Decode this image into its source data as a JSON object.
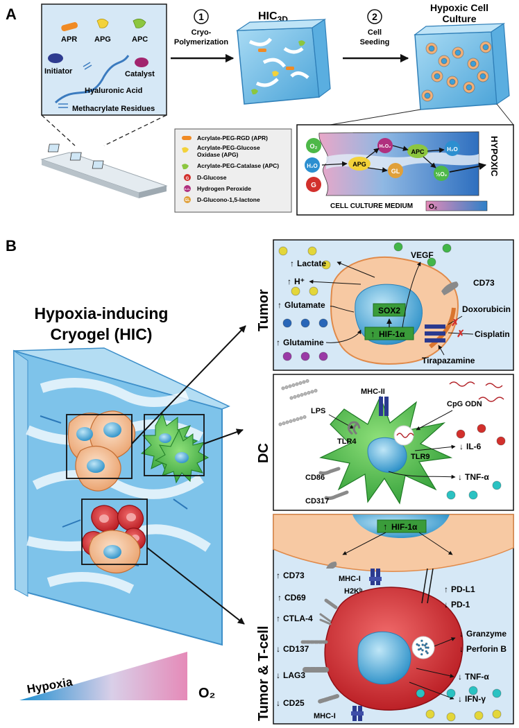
{
  "panelA": {
    "letter": "A",
    "components": {
      "apr": "APR",
      "apg": "APG",
      "apc": "APC",
      "initiator": "Initiator",
      "catalyst": "Catalyst",
      "hyaluronic": "Hyaluronic Acid",
      "methacrylate": "Methacrylate Residues"
    },
    "step1": {
      "num": "1",
      "line1": "Cryo-",
      "line2": "Polymerization"
    },
    "hic3d": {
      "main": "HIC",
      "sub": "3D"
    },
    "step2": {
      "num": "2",
      "line1": "Cell",
      "line2": "Seeding"
    },
    "hypoxicTitle": {
      "line1": "Hypoxic Cell",
      "line2": "Culture"
    },
    "legend": [
      {
        "label": "Acrylate-PEG-RGD (APR)"
      },
      {
        "label": "Acrylate-PEG-Glucose",
        "label2": "Oxidase (APG)"
      },
      {
        "label": "Acrylate-PEG-Catalase (APC)"
      },
      {
        "label": "D-Glucose",
        "glyph": "G"
      },
      {
        "label": "Hydrogen Peroxide",
        "glyph": "H₂O₂"
      },
      {
        "label": "D-Glucono-1,5-lactone",
        "glyph": "GL"
      }
    ],
    "reaction": {
      "o2": "O₂",
      "h2o_left": "H₂O",
      "g": "G",
      "h2o2": "H₂O₂",
      "apg": "APG",
      "apc": "APC",
      "gl": "GL",
      "h2o_right": "H₂O",
      "half_o2": "½O₂",
      "hypoxic": "HYPOXIC",
      "medium": "CELL CULTURE MEDIUM",
      "o2_scale": "O₂"
    }
  },
  "panelB": {
    "letter": "B",
    "title": {
      "line1": "Hypoxia-inducing",
      "line2": "Cryogel (HIC)"
    },
    "gradient": {
      "left": "Hypoxia",
      "right": "O₂"
    },
    "sideLabels": {
      "tumor": "Tumor",
      "dc": "DC",
      "tcell": "Tumor & T-cell"
    },
    "tumor": {
      "lactate": "Lactate",
      "h": "H⁺",
      "glutamate": "Glutamate",
      "glutamine": "Glutamine",
      "vegf": "VEGF",
      "cd73": "CD73",
      "doxorubicin": "Doxorubicin",
      "cisplatin": "Cisplatin",
      "tirapazamine": "Tirapazamine",
      "sox2": "SOX2",
      "hif": "HIF-1α",
      "x_mark": "✗"
    },
    "dc": {
      "mhc2": "MHC-II",
      "cpg": "CpG ODN",
      "lps": "LPS",
      "tlr4": "TLR4",
      "tlr9": "TLR9",
      "il6": "IL-6",
      "cd86": "CD86",
      "tnf": "TNF-α",
      "cd317": "CD317"
    },
    "tcell": {
      "hif": "HIF-1α",
      "cd73": "CD73",
      "mhc1_top": "MHC-I",
      "h2kb": "H2Kᵇ",
      "pdl1": "PD-L1",
      "pd1": "PD-1",
      "cd69": "CD69",
      "ctla4": "CTLA-4",
      "cd137": "CD137",
      "lag3": "LAG3",
      "cd25": "CD25",
      "mhc1_bottom": "MHC-I",
      "granzyme": "Granzyme",
      "perforin": "Perforin B",
      "tnf": "TNF-α",
      "ifn": "IFN-γ"
    },
    "arrows": {
      "up": "↑",
      "down": "↓"
    }
  },
  "colors": {
    "box_blue": "#cfe4f5",
    "cube_blue": "#7ec3ea",
    "cube_edge": "#3d8fc9",
    "tumor_cell": "#f7c9a3",
    "nucleus": "#5bb6e2",
    "dc_green": "#3fb54a",
    "tcell_red": "#d8262e",
    "sox_green": "#3a9c3a",
    "hypoxia_blue": "#1f8fd0",
    "o2_pink": "#e58ab8"
  }
}
